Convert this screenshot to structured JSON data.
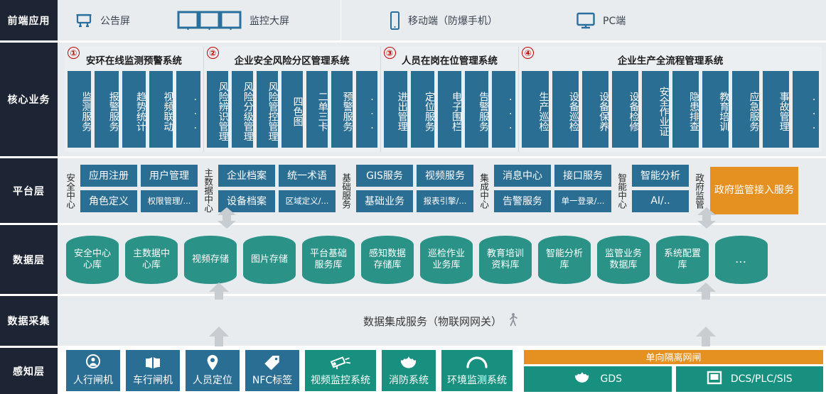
{
  "layers": [
    {
      "id": "frontend",
      "label": "前端应用"
    },
    {
      "id": "core",
      "label": "核心业务"
    },
    {
      "id": "platform",
      "label": "平台层"
    },
    {
      "id": "data",
      "label": "数据层"
    },
    {
      "id": "collect",
      "label": "数据采集"
    },
    {
      "id": "sensing",
      "label": "感知层"
    }
  ],
  "frontend": {
    "items": [
      {
        "icon": "announcement-screen-icon",
        "label": "公告屏"
      },
      {
        "icon": "monitor-wall-icon",
        "label": "监控大屏"
      },
      {
        "icon": "mobile-phone-icon",
        "label": "移动端（防爆手机）"
      },
      {
        "icon": "desktop-pc-icon",
        "label": "PC端"
      }
    ]
  },
  "core": {
    "groups": [
      {
        "badge": "①",
        "title": "安环在线监测预警系统",
        "cards": [
          "监测服务",
          "报警服务",
          "趋势统计",
          "视频联动",
          "..."
        ]
      },
      {
        "badge": "②",
        "title": "企业安全风险分区管理系统",
        "cards": [
          "风险辨识管理",
          "风险分级管理",
          "风险管控管理",
          "四色图",
          "二单三卡",
          "预警服务",
          "..."
        ]
      },
      {
        "badge": "③",
        "title": "人员在岗在位管理系统",
        "cards": [
          "进出管理",
          "定位服务",
          "电子围栏",
          "告警服务",
          "..."
        ]
      },
      {
        "badge": "④",
        "title": "企业生产全流程管理系统",
        "cards": [
          "生产巡检",
          "设备巡检",
          "设备保养",
          "设备检修",
          "安全作业证",
          "隐患排查",
          "教育培训",
          "应急服务",
          "事故管理",
          "..."
        ]
      }
    ]
  },
  "platform": {
    "groups": [
      {
        "vlabel": "安全中心",
        "columns": [
          {
            "top": "应用注册",
            "bottom": "角色定义",
            "bottom_small": false
          },
          {
            "top": "用户管理",
            "bottom": "权限管理/...",
            "bottom_small": true
          }
        ]
      },
      {
        "vlabel": "主数据中心",
        "columns": [
          {
            "top": "企业档案",
            "bottom": "设备档案",
            "bottom_small": false
          },
          {
            "top": "统一术语",
            "bottom": "区域定义/...",
            "bottom_small": true
          }
        ]
      },
      {
        "vlabel": "基础服务",
        "columns": [
          {
            "top": "GIS服务",
            "bottom": "基础业务",
            "bottom_small": false
          },
          {
            "top": "视频服务",
            "bottom": "报表引擎/...",
            "bottom_small": true
          }
        ]
      },
      {
        "vlabel": "集成中心",
        "columns": [
          {
            "top": "消息中心",
            "bottom": "告警服务",
            "bottom_small": false
          },
          {
            "top": "接口服务",
            "bottom": "单一登录/...",
            "bottom_small": true
          }
        ]
      },
      {
        "vlabel": "智能中心",
        "columns": [
          {
            "top": "智能分析",
            "bottom": "AI/..",
            "bottom_small": false
          }
        ]
      }
    ],
    "gov_vlabel": "政府监管",
    "gov_card": "政府监管接入服务"
  },
  "data": {
    "stores": [
      "安全中心心库",
      "主数据中心库",
      "视频存储",
      "图片存储",
      "平台基础服务库",
      "感知数据存储库",
      "巡检作业业务库",
      "教育培训资料库",
      "智能分析库",
      "监管业务数据库",
      "系统配置库",
      "…"
    ]
  },
  "collect": {
    "text": "数据集成服务（物联网网关）",
    "icon": "gateway-icon"
  },
  "sensing": {
    "items": [
      {
        "icon": "person-gate-icon",
        "label": "人行闸机",
        "color": "blue"
      },
      {
        "icon": "vehicle-gate-icon",
        "label": "车行闸机",
        "color": "blue"
      },
      {
        "icon": "location-pin-icon",
        "label": "人员定位",
        "color": "blue"
      },
      {
        "icon": "nfc-tag-icon",
        "label": "NFC标签",
        "color": "blue"
      },
      {
        "icon": "cctv-camera-icon",
        "label": "视频监控系统",
        "color": "teal"
      },
      {
        "icon": "fire-icon",
        "label": "消防系统",
        "color": "teal"
      },
      {
        "icon": "gauge-icon",
        "label": "环境监测系统",
        "color": "teal"
      }
    ],
    "gate_bar": "单向隔离网闸",
    "gate_items": [
      {
        "icon": "gds-flame-icon",
        "label": "GDS"
      },
      {
        "icon": "dcs-panel-icon",
        "label": "DCS/PLC/SIS"
      }
    ]
  },
  "colors": {
    "sidebar": "#1d2433",
    "panel": "#e8ecef",
    "blue_card": "#2b6e94",
    "teal_card": "#17907f",
    "cylinder": "#2a9287",
    "orange": "#e59122",
    "badge_red": "#c00000"
  }
}
